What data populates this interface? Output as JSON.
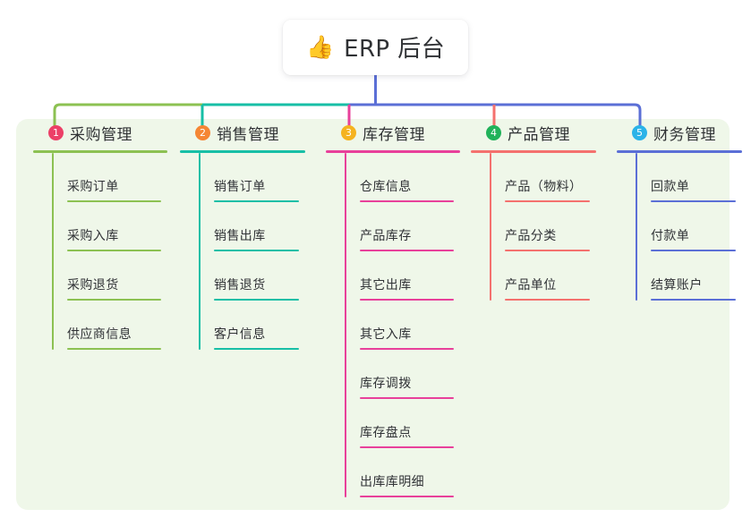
{
  "root": {
    "icon": "thumbs-up-icon",
    "emoji": "👍",
    "title": "ERP 后台"
  },
  "palette": {
    "panel_bg": "#eff7e9",
    "page_bg": "#ffffff",
    "text": "#2f3134",
    "green": "#8cc152",
    "teal": "#17bfa6",
    "pink": "#e8409a",
    "salmon": "#f4716e",
    "blue": "#5b6fd6"
  },
  "connector": {
    "trunk_color": "#5b6fd6",
    "segments": [
      {
        "name": "segment-green",
        "color": "#8cc152"
      },
      {
        "name": "segment-teal",
        "color": "#17bfa6"
      },
      {
        "name": "segment-blue",
        "color": "#5b6fd6"
      }
    ]
  },
  "columns": [
    {
      "number": "1",
      "title": "采购管理",
      "badge_color": "#ec4067",
      "accent": "#8cc152",
      "drop_color": "#8cc152",
      "items": [
        "采购订单",
        "采购入库",
        "采购退货",
        "供应商信息"
      ]
    },
    {
      "number": "2",
      "title": "销售管理",
      "badge_color": "#f58634",
      "accent": "#17bfa6",
      "drop_color": "#17bfa6",
      "items": [
        "销售订单",
        "销售出库",
        "销售退货",
        "客户信息"
      ]
    },
    {
      "number": "3",
      "title": "库存管理",
      "badge_color": "#f5b320",
      "accent": "#e8409a",
      "drop_color": "#e8409a",
      "items": [
        "仓库信息",
        "产品库存",
        "其它出库",
        "其它入库",
        "库存调拨",
        "库存盘点",
        "出库库明细"
      ]
    },
    {
      "number": "4",
      "title": "产品管理",
      "badge_color": "#21b25a",
      "accent": "#f4716e",
      "drop_color": "#f4716e",
      "items": [
        "产品（物料）",
        "产品分类",
        "产品单位"
      ]
    },
    {
      "number": "5",
      "title": "财务管理",
      "badge_color": "#2bb3e8",
      "accent": "#5b6fd6",
      "drop_color": "#5b6fd6",
      "items": [
        "回款单",
        "付款单",
        "结算账户"
      ]
    }
  ]
}
